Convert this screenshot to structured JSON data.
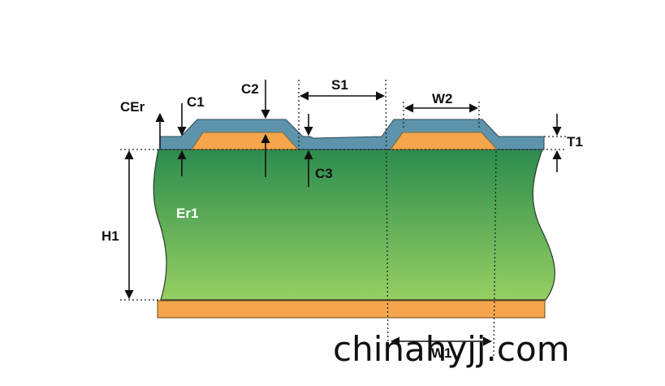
{
  "labels": {
    "cer": "CEr",
    "c1": "C1",
    "c2": "C2",
    "c3": "C3",
    "s1": "S1",
    "w2": "W2",
    "t1": "T1",
    "h1": "H1",
    "er1": "Er1",
    "w1": "W1"
  },
  "watermark": "chinahyjj.com",
  "colors": {
    "substrate_top": "#2c8c4e",
    "substrate_bottom": "#96cf62",
    "copper": "#f5a54c",
    "coating": "#5d93ab",
    "outline": "#2a3a2a"
  }
}
